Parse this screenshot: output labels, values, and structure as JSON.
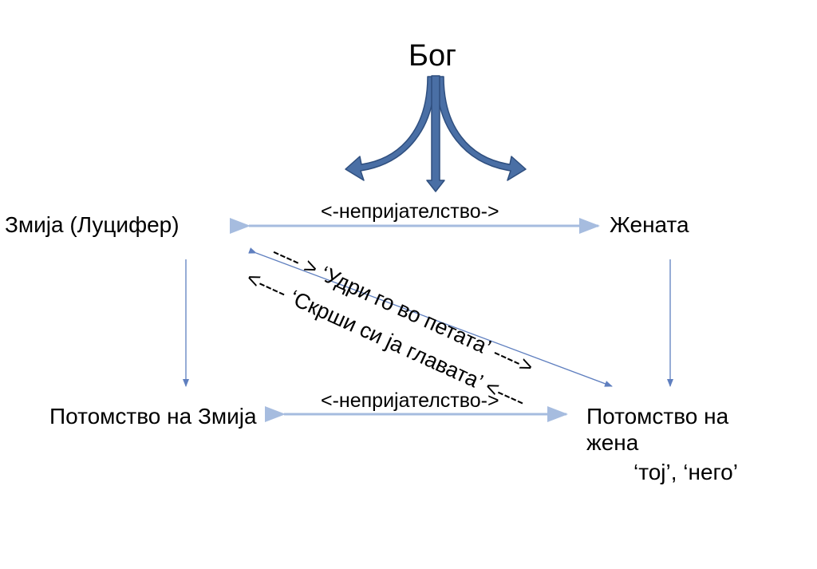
{
  "nodes": {
    "god": "Бог",
    "serpent": "Змија (Луцифер)",
    "woman": "Жената",
    "serpent_seed": "Потомство на Змија",
    "woman_seed_line1": "Потомство на",
    "woman_seed_line2": "жена",
    "woman_seed_pronouns": "‘тој’, ‘него’"
  },
  "edges": {
    "enmity_top": "<-непријателство->",
    "enmity_bottom": "<-непријателство->",
    "bruise_heel": "---- > ‘Удри го во петата’ ---->",
    "crush_head": "<---- ‘Скрши си ја главата’ <----"
  },
  "colors": {
    "god_arrow_fill": "#4a6fa5",
    "god_arrow_stroke": "#2f4f7f",
    "enmity_arrow": "#a6bcdf",
    "thin_arrow": "#5f7fbf"
  }
}
